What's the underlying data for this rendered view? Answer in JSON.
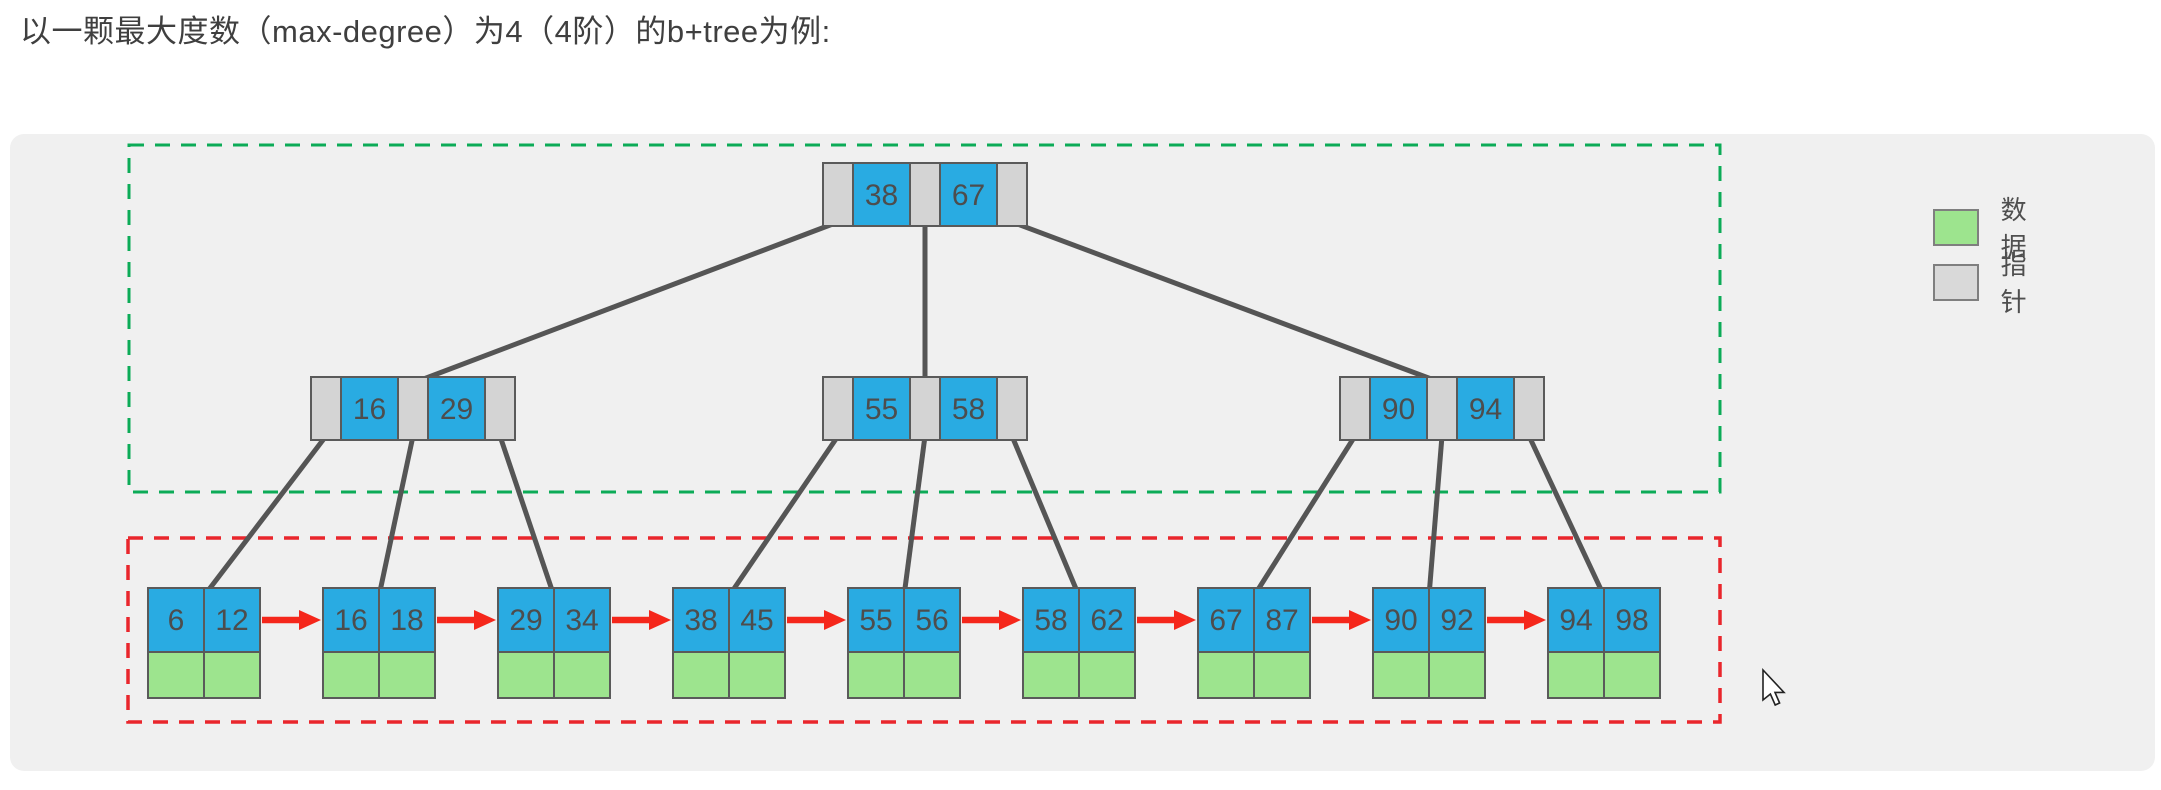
{
  "title": "以一颗最大度数（max-degree）为4（4阶）的b+tree为例:",
  "legend": {
    "items": [
      {
        "label": "数据",
        "type": "data"
      },
      {
        "label": "指针",
        "type": "pointer"
      }
    ]
  },
  "colors": {
    "key_fill": "#29abe2",
    "data_fill": "#9de48e",
    "pointer_fill": "#d4d4d4",
    "node_border": "#5a5a5a",
    "edge": "#555555",
    "arrow": "#f5271b",
    "group_internal_border": "#0cab57",
    "group_leaf_border": "#e9262c",
    "panel_bg": "#f0f0f0",
    "key_text": "#4d4d4d"
  },
  "tree": {
    "root": {
      "keys": [
        "38",
        "67"
      ]
    },
    "internal_nodes": [
      {
        "keys": [
          "16",
          "29"
        ]
      },
      {
        "keys": [
          "55",
          "58"
        ]
      },
      {
        "keys": [
          "90",
          "94"
        ]
      }
    ],
    "leaf_nodes": [
      {
        "keys": [
          "6",
          "12"
        ]
      },
      {
        "keys": [
          "16",
          "18"
        ]
      },
      {
        "keys": [
          "29",
          "34"
        ]
      },
      {
        "keys": [
          "38",
          "45"
        ]
      },
      {
        "keys": [
          "55",
          "56"
        ]
      },
      {
        "keys": [
          "58",
          "62"
        ]
      },
      {
        "keys": [
          "67",
          "87"
        ]
      },
      {
        "keys": [
          "90",
          "92"
        ]
      },
      {
        "keys": [
          "94",
          "98"
        ]
      }
    ]
  }
}
